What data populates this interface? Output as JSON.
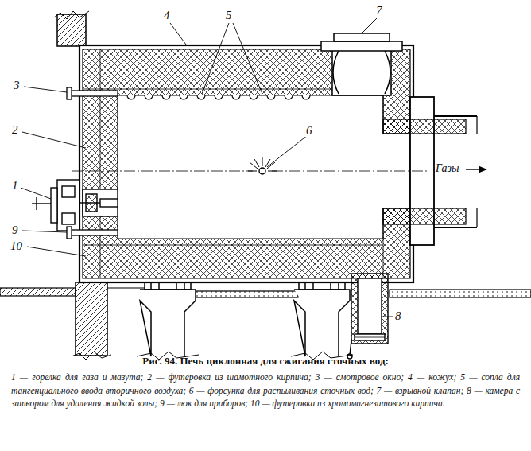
{
  "diagram": {
    "title": "Рис. 94. Печь циклонная для сжигания сточных вод:",
    "caption": "1 — горелка для газа и мазута; 2 — футеровка из шамотного кирпича; 3 — смотровое окно; 4 — кожух; 5 — сопла для тангенциального ввода вторичного воздуха; 6 — форсунка для распыливания сточных вод; 7 — взрывной клапан; 8 — камера с затвором для удаления жидкой золы; 9 — люк для приборов; 10 — футеровка из хромомагнезитового кирпича.",
    "labels": [
      "1",
      "2",
      "3",
      "4",
      "5",
      "6",
      "7",
      "8",
      "9",
      "10",
      "Газы"
    ]
  }
}
